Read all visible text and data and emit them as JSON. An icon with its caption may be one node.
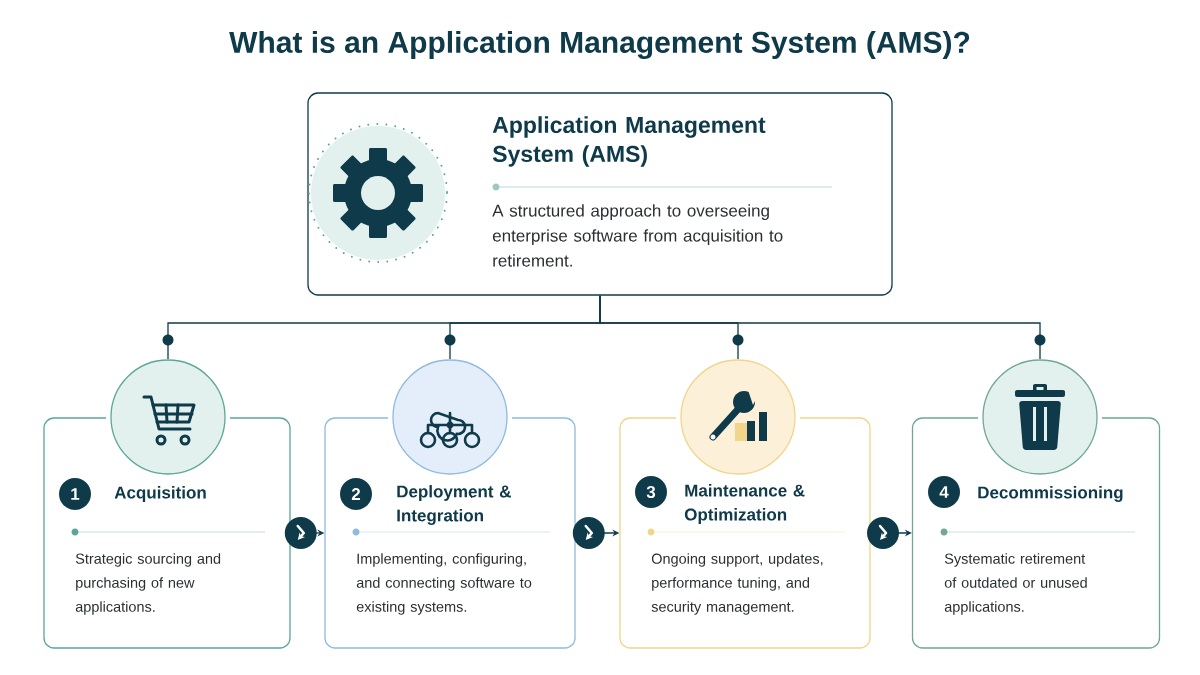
{
  "diagram": {
    "title": "What is an Application Management System (AMS)?",
    "nodes": [
      {
        "text": [
          "Application Management System (AMS)",
          "A structured approach to overseeing enterprise software from acquisition to retirement."
        ]
      },
      {
        "text": [
          "Acquisition",
          "Strategic sourcing and purchasing of new applications."
        ]
      },
      {
        "text": [
          "1"
        ],
        "in": 1
      },
      {
        "text": [
          "Deployment & Integration",
          "Implementing, configuring, and connecting software to existing systems."
        ]
      },
      {
        "text": [
          "2"
        ],
        "in": 3
      },
      {
        "text": [
          "Maintenance & Optimization",
          "Ongoing support, updates, performance tuning, and security management."
        ]
      },
      {
        "text": [
          "3"
        ],
        "in": 5
      },
      {
        "text": [
          "Decommissioning",
          "Systematic retirement of outdated or unused applications."
        ]
      },
      {
        "text": [
          "4"
        ],
        "in": 7
      }
    ],
    "edges": [
      {
        "from": 0,
        "to": 1,
        "arrow": "none"
      },
      {
        "from": 0,
        "to": 3,
        "arrow": "none"
      },
      {
        "from": 0,
        "to": 5,
        "arrow": "none"
      },
      {
        "from": 0,
        "to": 7,
        "arrow": "none"
      },
      {
        "from": 1,
        "to": 3,
        "arrow": "to"
      },
      {
        "from": 3,
        "to": 5,
        "arrow": "to"
      },
      {
        "from": 5,
        "to": 7,
        "arrow": "to"
      }
    ]
  }
}
